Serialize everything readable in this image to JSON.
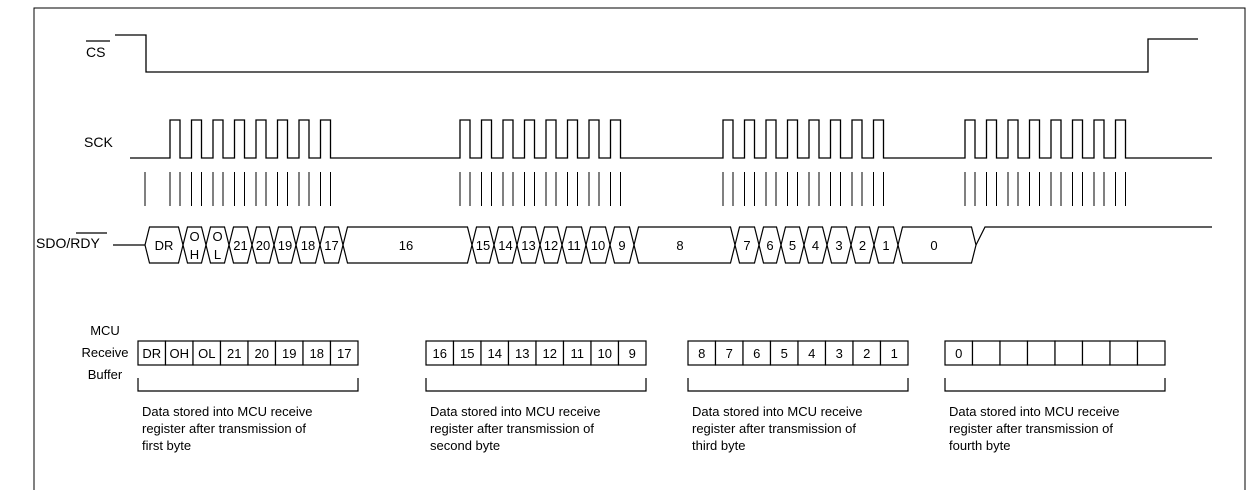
{
  "signals": {
    "cs": "CS",
    "sck": "SCK",
    "sdo": "SDO/RDY"
  },
  "sdo_segments": [
    "DR",
    "O H",
    "O L",
    "21",
    "20",
    "19",
    "18",
    "17",
    "16",
    "15",
    "14",
    "13",
    "12",
    "11",
    "10",
    "9",
    "8",
    "7",
    "6",
    "5",
    "4",
    "3",
    "2",
    "1",
    "0"
  ],
  "mcu_label": [
    "MCU",
    "Receive",
    "Buffer"
  ],
  "buffers": [
    {
      "cells": [
        "DR",
        "OH",
        "OL",
        "21",
        "20",
        "19",
        "18",
        "17"
      ],
      "caption": [
        "Data stored into MCU receive",
        "register after transmission of",
        "first byte"
      ]
    },
    {
      "cells": [
        "16",
        "15",
        "14",
        "13",
        "12",
        "11",
        "10",
        "9"
      ],
      "caption": [
        "Data stored into MCU receive",
        "register after transmission of",
        "second byte"
      ]
    },
    {
      "cells": [
        "8",
        "7",
        "6",
        "5",
        "4",
        "3",
        "2",
        "1"
      ],
      "caption": [
        "Data stored into MCU receive",
        "register after transmission of",
        "third byte"
      ]
    },
    {
      "cells": [
        "0",
        "",
        "",
        "",
        "",
        "",
        "",
        ""
      ],
      "caption": [
        "Data stored into MCU receive",
        "register after transmission of",
        "fourth byte"
      ]
    }
  ]
}
